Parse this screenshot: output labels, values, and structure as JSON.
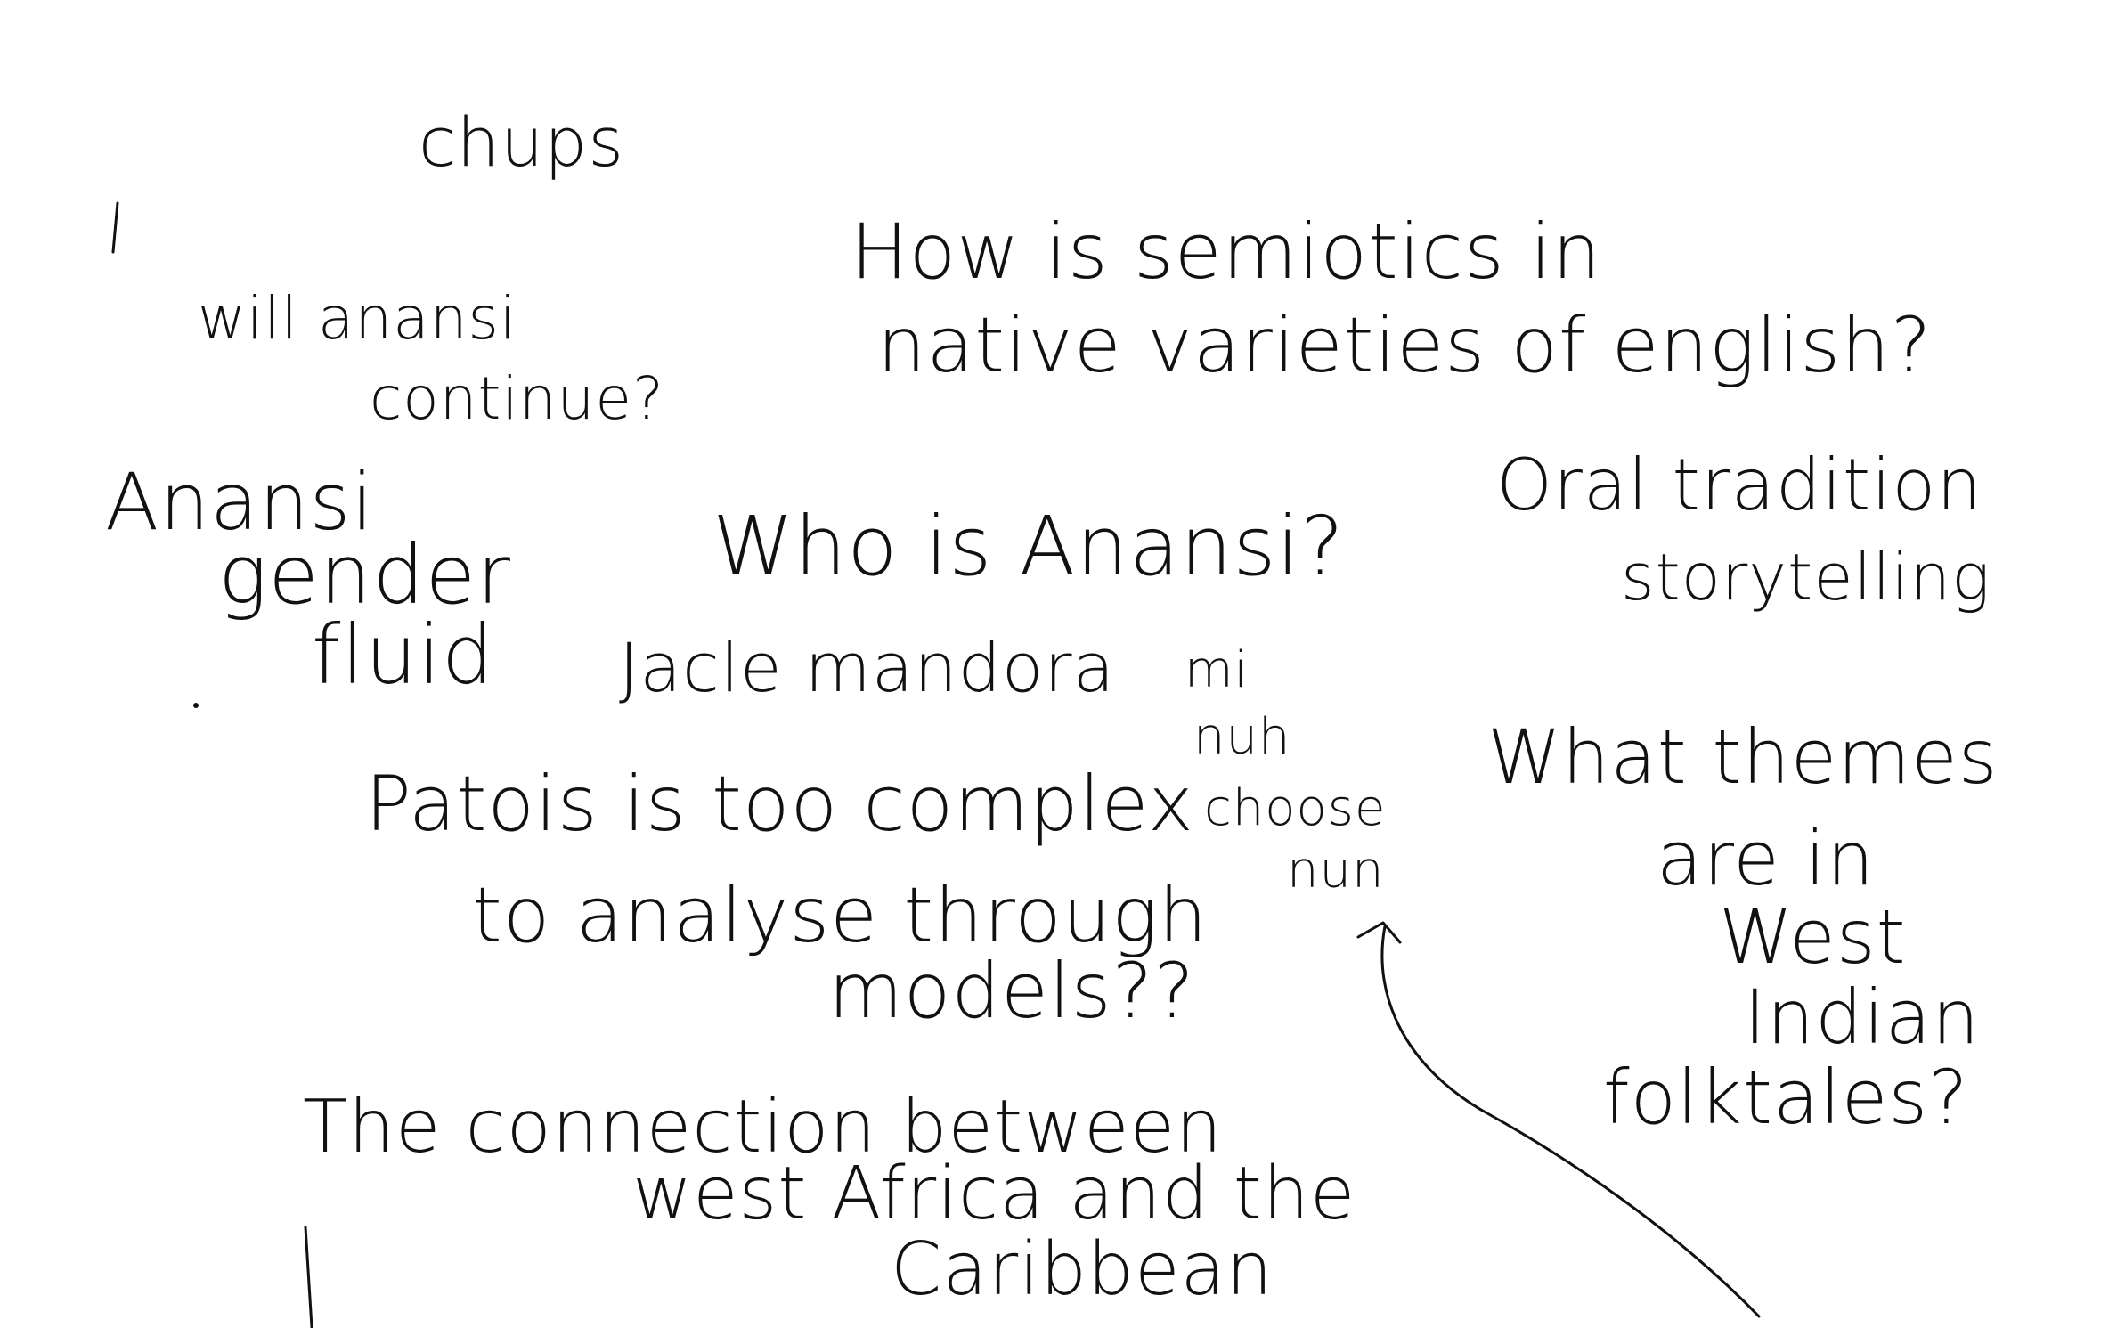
{
  "ink_color": "#111111",
  "canvas_background": "#ffffff",
  "notes": {
    "chups": "chups",
    "semiotics_line1": "How is semiotics in",
    "semiotics_line2": "native varieties of english?",
    "anansi_continue_line1": "will anansi",
    "anansi_continue_line2": "continue?",
    "anansi": "Anansi",
    "gender": "gender",
    "fluid": "fluid",
    "who_is_anansi": "Who is Anansi?",
    "oral_tradition_line1": "Oral tradition",
    "oral_tradition_line2": "storytelling",
    "jacle_mandora": "Jacle mandora",
    "mi": "mi",
    "nuh": "nuh",
    "choose": "choose",
    "nun": "nun",
    "themes_line1": "What themes",
    "themes_line2": "are in",
    "themes_line3": "West",
    "themes_line4": "Indian",
    "themes_line5": "folktales?",
    "patois_line1": "Patois is too complex",
    "patois_line2": "to analyse through",
    "patois_line3": "models??",
    "connection_line1": "The connection between",
    "connection_line2": "west Africa and the",
    "connection_line3": "Caribbean"
  }
}
